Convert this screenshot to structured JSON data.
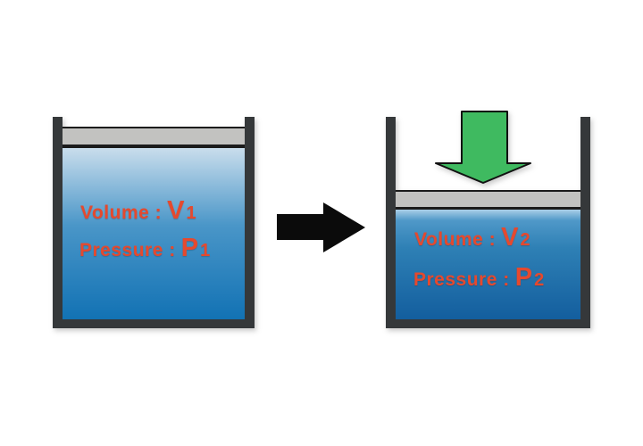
{
  "colors": {
    "wall": "#35383a",
    "piston": "#c2c2c0",
    "piston_border": "#1b1b1b",
    "gas_top_initial": "#c9ddec",
    "gas_mid_initial": "#4a96c8",
    "gas_bottom_initial": "#1272b4",
    "gas_top_compressed": "#aacee7",
    "gas_bottom_compressed": "#135e9e",
    "label_text": "#e5492e",
    "transform_arrow": "#0b0b0b",
    "press_arrow_fill": "#3fba60",
    "press_arrow_stroke": "#111111"
  },
  "states": {
    "initial": {
      "lines": [
        {
          "label": "Volume :",
          "variable": "V",
          "index": "1"
        },
        {
          "label": "Pressure :",
          "variable": "P",
          "index": "1"
        }
      ]
    },
    "compressed": {
      "lines": [
        {
          "label": "Volume :",
          "variable": "V",
          "index": "2"
        },
        {
          "label": "Pressure :",
          "variable": "P",
          "index": "2"
        }
      ]
    }
  },
  "icons": {
    "transform_arrow": "right-arrow",
    "compression_arrow": "down-arrow"
  }
}
